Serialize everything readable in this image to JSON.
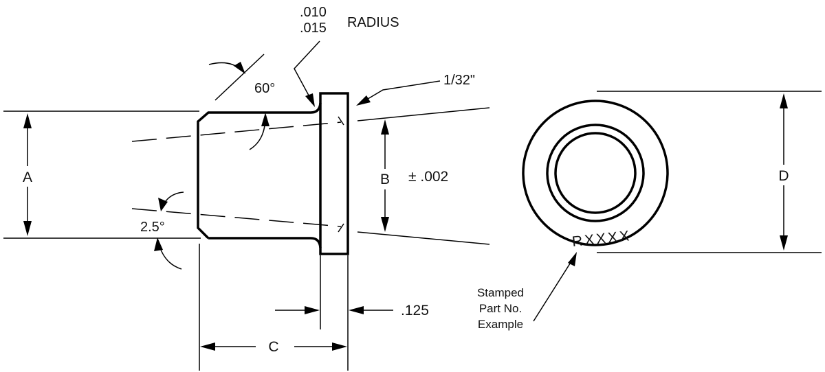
{
  "dimensions": {
    "radius_top": ".010",
    "radius_bottom": ".015",
    "radius_label": "RADIUS",
    "angle_chamfer": "60°",
    "angle_taper": "2.5°",
    "chamfer_size": "1/32\"",
    "dim_a": "A",
    "dim_b": "B",
    "tolerance": "± .002",
    "dim_c": "C",
    "flange_thickness": ".125",
    "dim_d": "D"
  },
  "end_view": {
    "stamp_text": "RXXXX",
    "callout_line1": "Stamped",
    "callout_line2": "Part No.",
    "callout_line3": "Example"
  }
}
